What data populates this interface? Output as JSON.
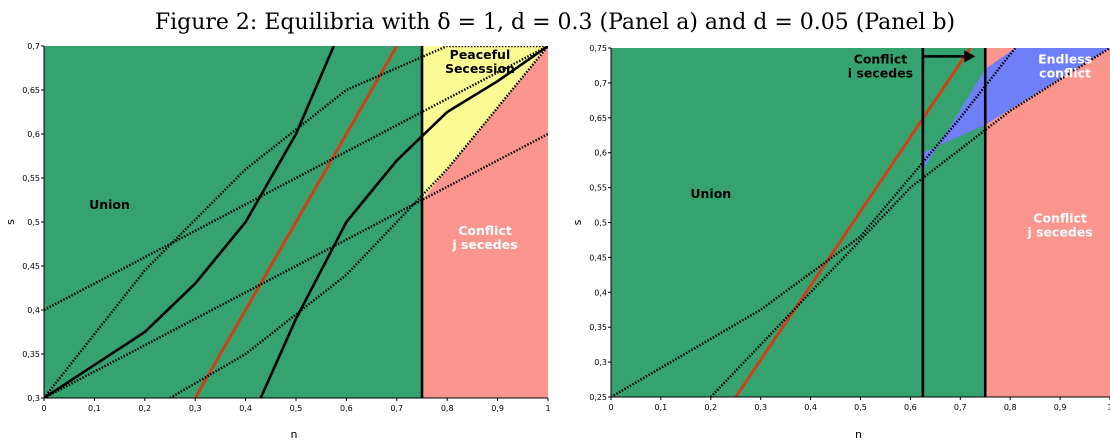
{
  "figure_title": "Figure 2: Equilibria with δ = 1, d = 0.3 (Panel a) and d = 0.05 (Panel b)",
  "colors": {
    "union": "#35a26f",
    "conflict": "#fb968f",
    "peaceful": "#fbfb94",
    "endless": "#6f7ff7",
    "red_line": "#d93a12",
    "black": "#000000"
  },
  "chart_data": [
    {
      "type": "line",
      "panel": "a",
      "xlabel": "n",
      "ylabel": "s",
      "xlim": [
        0,
        1
      ],
      "ylim": [
        0.3,
        0.7
      ],
      "x_ticks": [
        0,
        0.1,
        0.2,
        0.3,
        0.4,
        0.5,
        0.6,
        0.7,
        0.8,
        0.9,
        1
      ],
      "x_tick_labels": [
        "0",
        "0,1",
        "0,2",
        "0,3",
        "0,4",
        "0,5",
        "0,6",
        "0,7",
        "0,8",
        "0,9",
        "1"
      ],
      "y_ticks": [
        0.3,
        0.35,
        0.4,
        0.45,
        0.5,
        0.55,
        0.6,
        0.65,
        0.7
      ],
      "y_tick_labels": [
        "0,3",
        "0,35",
        "0,4",
        "0,45",
        "0,5",
        "0,55",
        "0,6",
        "0,65",
        "0,7"
      ],
      "grid": false,
      "regions": [
        {
          "name": "union",
          "polygon": [
            [
              0,
              0.3
            ],
            [
              0.75,
              0.3
            ],
            [
              0.75,
              0.7
            ],
            [
              0,
              0.7
            ]
          ]
        },
        {
          "name": "conflict",
          "polygon": [
            [
              0.75,
              0.3
            ],
            [
              1,
              0.3
            ],
            [
              1,
              0.7
            ],
            [
              0.75,
              0.525
            ]
          ]
        },
        {
          "name": "peaceful",
          "polygon": [
            [
              0.75,
              0.525
            ],
            [
              1,
              0.7
            ],
            [
              0.75,
              0.7
            ]
          ]
        }
      ],
      "region_labels": [
        {
          "lines": [
            "Union"
          ],
          "x": 0.13,
          "y": 0.515,
          "color": "#000000"
        },
        {
          "lines": [
            "Peaceful",
            "Secession"
          ],
          "x": 0.865,
          "y": 0.685,
          "color": "#000000"
        },
        {
          "lines": [
            "Conflict",
            "j secedes"
          ],
          "x": 0.875,
          "y": 0.485,
          "color": "#ffffff"
        }
      ],
      "series": [
        {
          "style": "solid",
          "color": "#d93a12",
          "x": [
            0.3,
            0.7
          ],
          "y": [
            0.3,
            0.7
          ]
        },
        {
          "style": "solid",
          "color": "#000000",
          "x": [
            0.75,
            0.75
          ],
          "y": [
            0.3,
            0.7
          ]
        },
        {
          "style": "solid",
          "color": "#000000",
          "x": [
            0,
            0.2,
            0.3,
            0.4,
            0.5,
            0.575
          ],
          "y": [
            0.3,
            0.375,
            0.43,
            0.5,
            0.6,
            0.7
          ]
        },
        {
          "style": "solid",
          "color": "#000000",
          "x": [
            0.43,
            0.5,
            0.6,
            0.7,
            0.8,
            0.9,
            1
          ],
          "y": [
            0.3,
            0.39,
            0.5,
            0.57,
            0.625,
            0.66,
            0.7
          ]
        },
        {
          "style": "dotted",
          "color": "#000000",
          "x": [
            0,
            0.2,
            0.4,
            0.6,
            0.8,
            1
          ],
          "y": [
            0.3,
            0.445,
            0.56,
            0.65,
            0.7,
            0.7
          ]
        },
        {
          "style": "dotted",
          "color": "#000000",
          "x": [
            0,
            1
          ],
          "y": [
            0.4,
            0.7
          ]
        },
        {
          "style": "dotted",
          "color": "#000000",
          "x": [
            0,
            1
          ],
          "y": [
            0.3,
            0.6
          ]
        },
        {
          "style": "dotted",
          "color": "#000000",
          "x": [
            0.25,
            0.4,
            0.6,
            0.8,
            1
          ],
          "y": [
            0.3,
            0.35,
            0.44,
            0.56,
            0.7
          ]
        }
      ],
      "arrows": []
    },
    {
      "type": "line",
      "panel": "b",
      "xlabel": "n",
      "ylabel": "s",
      "xlim": [
        0,
        1
      ],
      "ylim": [
        0.25,
        0.75
      ],
      "x_ticks": [
        0,
        0.1,
        0.2,
        0.3,
        0.4,
        0.5,
        0.6,
        0.7,
        0.8,
        0.9,
        1
      ],
      "x_tick_labels": [
        "0",
        "0,1",
        "0,2",
        "0,3",
        "0,4",
        "0,5",
        "0,6",
        "0,7",
        "0,8",
        "0,9",
        "1"
      ],
      "y_ticks": [
        0.25,
        0.3,
        0.35,
        0.4,
        0.45,
        0.5,
        0.55,
        0.6,
        0.65,
        0.7,
        0.75
      ],
      "y_tick_labels": [
        "0,25",
        "0,3",
        "0,35",
        "0,4",
        "0,45",
        "0,5",
        "0,55",
        "0,6",
        "0,65",
        "0,7",
        "0,75"
      ],
      "grid": false,
      "regions": [
        {
          "name": "union",
          "polygon": [
            [
              0,
              0.25
            ],
            [
              0.75,
              0.25
            ],
            [
              0.75,
              0.75
            ],
            [
              0,
              0.75
            ]
          ]
        },
        {
          "name": "conflict",
          "polygon": [
            [
              0.75,
              0.25
            ],
            [
              1,
              0.25
            ],
            [
              1,
              0.75
            ],
            [
              0.75,
              0.75
            ]
          ]
        },
        {
          "name": "endless",
          "polygon": [
            [
              0.625,
              0.575
            ],
            [
              0.69,
              0.65
            ],
            [
              0.75,
              0.72
            ],
            [
              0.75,
              0.64
            ],
            [
              0.625,
              0.6
            ]
          ]
        },
        {
          "name": "endless",
          "polygon": [
            [
              0.75,
              0.72
            ],
            [
              0.81,
              0.75
            ],
            [
              1,
              0.75
            ],
            [
              0.75,
              0.64
            ]
          ]
        }
      ],
      "region_labels": [
        {
          "lines": [
            "Union"
          ],
          "x": 0.2,
          "y": 0.535,
          "color": "#000000"
        },
        {
          "lines": [
            "Conflict",
            "i secedes"
          ],
          "x": 0.54,
          "y": 0.728,
          "color": "#000000"
        },
        {
          "lines": [
            "Endless",
            "conflict"
          ],
          "x": 0.91,
          "y": 0.728,
          "color": "#ffffff"
        },
        {
          "lines": [
            "Conflict",
            "j secedes"
          ],
          "x": 0.9,
          "y": 0.5,
          "color": "#ffffff"
        }
      ],
      "series": [
        {
          "style": "solid",
          "color": "#d93a12",
          "x": [
            0.25,
            0.72
          ],
          "y": [
            0.25,
            0.75
          ]
        },
        {
          "style": "solid",
          "color": "#000000",
          "x": [
            0.625,
            0.625
          ],
          "y": [
            0.25,
            0.75
          ]
        },
        {
          "style": "solid",
          "color": "#000000",
          "x": [
            0.75,
            0.75
          ],
          "y": [
            0.25,
            0.75
          ]
        },
        {
          "style": "dotted",
          "color": "#000000",
          "x": [
            0,
            0.3,
            0.5,
            0.7,
            0.81
          ],
          "y": [
            0.25,
            0.375,
            0.48,
            0.65,
            0.75
          ]
        },
        {
          "style": "dotted",
          "color": "#000000",
          "x": [
            0.2,
            0.4,
            0.6,
            0.8,
            1
          ],
          "y": [
            0.25,
            0.4,
            0.55,
            0.66,
            0.75
          ]
        }
      ],
      "arrows": [
        {
          "x": [
            0.625,
            0.73
          ],
          "y": [
            0.738,
            0.738
          ]
        }
      ]
    }
  ]
}
